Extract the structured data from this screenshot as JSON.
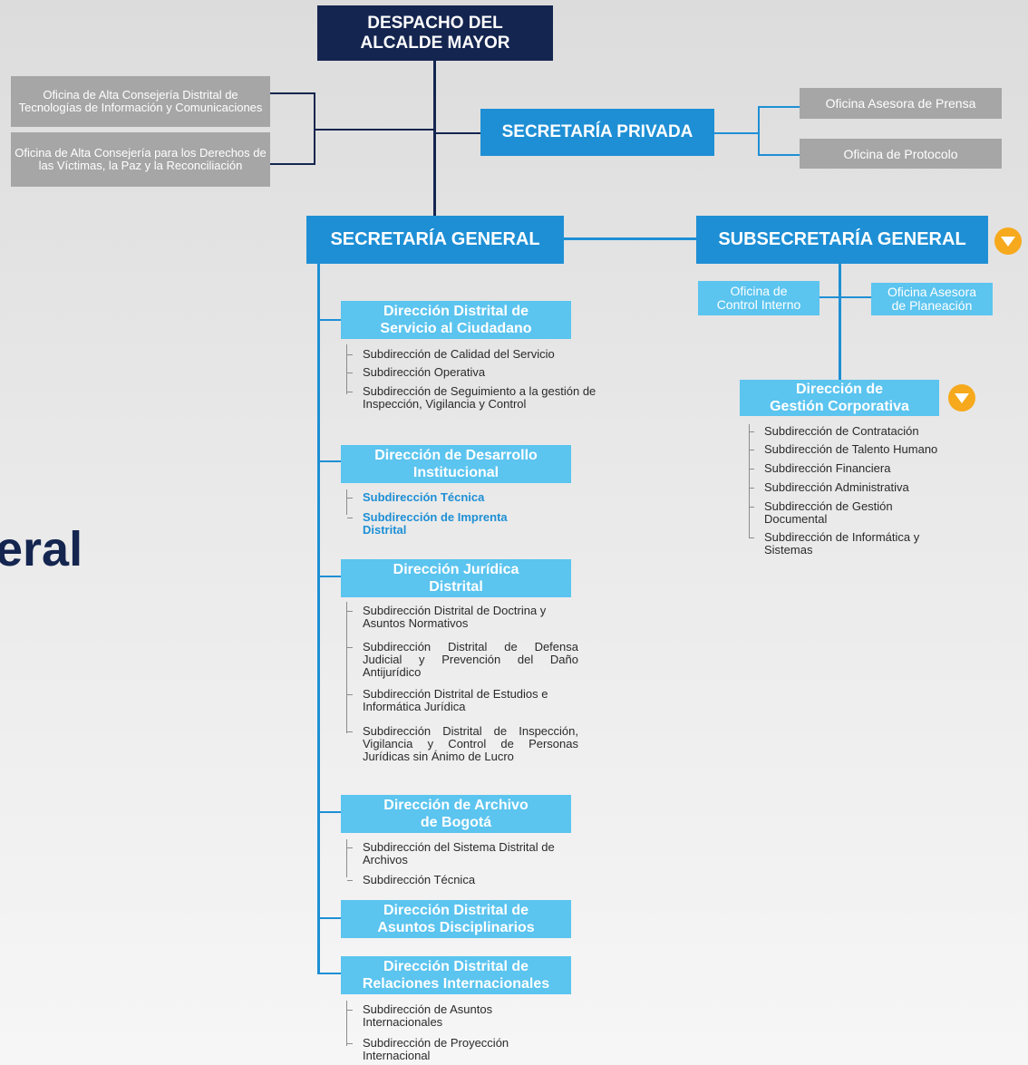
{
  "title_fragment": "eral",
  "despacho": "DESPACHO DEL ALCALDE MAYOR",
  "privada": "SECRETARÍA PRIVADA",
  "general": "SECRETARÍA GENERAL",
  "subsecretaria": "SUBSECRETARÍA GENERAL",
  "gray_left": [
    "Oficina de Alta Consejería Distrital de Tecnologías de Información y Comunicaciones",
    "Oficina de Alta Consejería para los Derechos de las Víctimas, la Paz y la Reconciliación"
  ],
  "gray_right": [
    "Oficina Asesora de Prensa",
    "Oficina de Protocolo"
  ],
  "control_interno": "Oficina de Control Interno",
  "planeacion": "Oficina Asesora de Planeación",
  "gestion": "Dirección de Gestión Corporativa",
  "gestion_subs": [
    "Subdirección de Contratación",
    "Subdirección  de Talento Humano",
    "Subdirección Financiera",
    "Subdirección Administrativa",
    "Subdirección  de Gestión Documental",
    "Subdirección de Informática y Sistemas"
  ],
  "directions": [
    {
      "name": "Dirección Distrital de Servicio al Ciudadano",
      "subs": [
        "Subdirección de Calidad del Servicio",
        "Subdirección Operativa",
        "Subdirección de Seguimiento a la gestión de Inspección, Vigilancia y Control"
      ]
    },
    {
      "name": "Dirección de Desarrollo Institucional",
      "subs": [
        "Subdirección Técnica",
        "Subdirección de Imprenta Distrital"
      ]
    },
    {
      "name": "Dirección Jurídica Distrital",
      "subs": [
        "Subdirección Distrital de Doctrina y Asuntos Normativos",
        "Subdirección  Distrital  de  Defensa Judicial  y  Prevención  del  Daño Antijurídico",
        "Subdirección Distrital de Estudios e Informática Jurídica",
        "Subdirección Distrital de Inspección, Vigilancia  y  Control  de  Personas Jurídicas sin Ánimo de Lucro"
      ]
    },
    {
      "name": "Dirección de Archivo de Bogotá",
      "subs": [
        "Subdirección del Sistema Distrital de Archivos",
        "Subdirección Técnica"
      ]
    },
    {
      "name": "Dirección Distrital de Asuntos Disciplinarios",
      "subs": []
    },
    {
      "name": "Dirección  Distrital de Relaciones Internacionales",
      "subs": [
        "Subdirección de Asuntos Internacionales",
        "Subdirección de Proyección Internacional"
      ]
    }
  ],
  "colors": {
    "navy": "#14254f",
    "blue": "#1e8fd5",
    "light": "#5bc4ef",
    "gray": "#a6a6a6",
    "orange": "#f6a91c"
  }
}
